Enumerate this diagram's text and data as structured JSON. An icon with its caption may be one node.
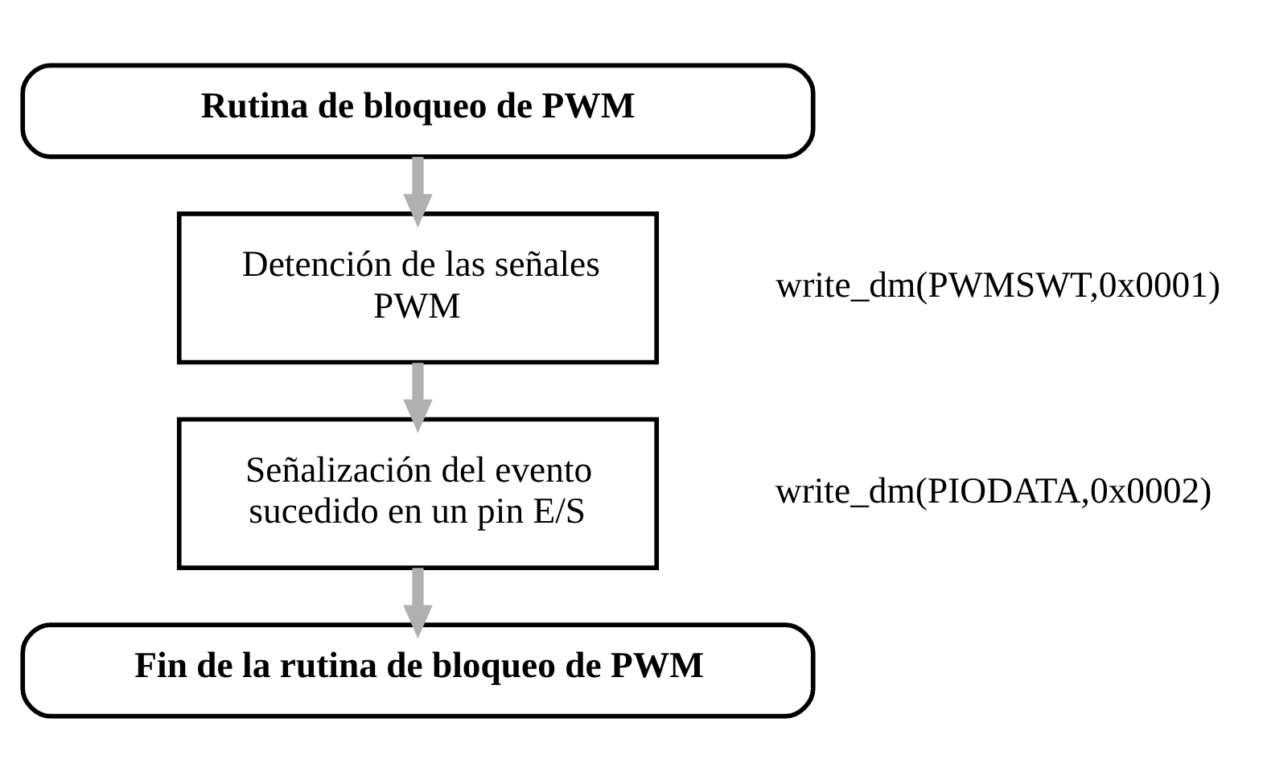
{
  "diagram": {
    "nodes": [
      {
        "text": [
          "Rutina de bloqueo de PWM"
        ]
      },
      {
        "text": [
          "Detención de las señales PWM"
        ],
        "beside": [
          "write_dm(PWMSWT,0x0001)"
        ]
      },
      {
        "text": [
          "Señalización del evento sucedido en un pin E/S"
        ],
        "beside": [
          "write_dm(PIODATA,0x0002)"
        ]
      },
      {
        "text": [
          "Fin de la rutina de bloqueo de PWM"
        ]
      }
    ],
    "edges": [
      {
        "from": 0,
        "to": 1,
        "arrow": "to"
      },
      {
        "from": 1,
        "to": 2,
        "arrow": "to"
      },
      {
        "from": 2,
        "to": 3,
        "arrow": "to"
      }
    ]
  }
}
